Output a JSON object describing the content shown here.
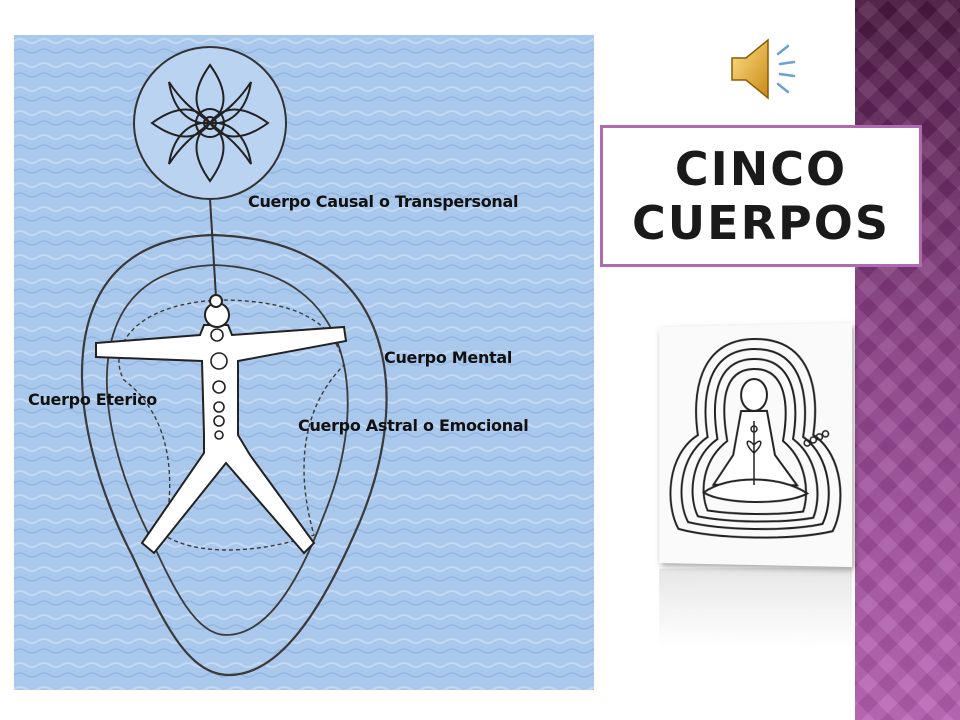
{
  "slide": {
    "title_lines": [
      "CINCO",
      "CUERPOS"
    ],
    "colors": {
      "band": "#8a3f86",
      "title_border": "#b06ab0",
      "diagram_bg": "#a9c8ec",
      "line": "#3a3a3a"
    }
  },
  "diagram": {
    "labels": {
      "causal": "Cuerpo Causal o Transpersonal",
      "mental": "Cuerpo Mental",
      "eterico": "Cuerpo Eterico",
      "astral": "Cuerpo Astral o Emocional"
    },
    "icons": [
      "lotus-flower-icon",
      "human-figure-icon"
    ]
  },
  "media": {
    "speaker_icon": "speaker-sound-icon",
    "photo_icon": "meditating-figure-icon"
  }
}
